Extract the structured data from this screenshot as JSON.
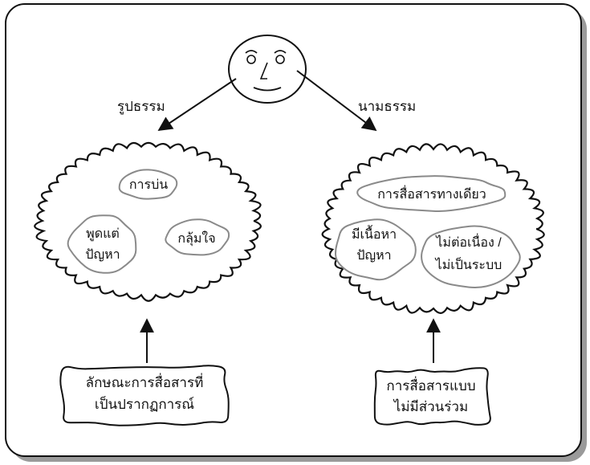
{
  "face": {
    "label": ""
  },
  "branches": {
    "left_label": "รูปธรรม",
    "right_label": "นามธรรม"
  },
  "left_cloud": {
    "items": [
      {
        "text": "การบ่น"
      },
      {
        "lines": [
          "พูดแต่",
          "ปัญหา"
        ]
      },
      {
        "text": "กลุ้มใจ"
      }
    ]
  },
  "right_cloud": {
    "items": [
      {
        "text": "การสื่อสารทางเดียว"
      },
      {
        "lines": [
          "มีเนื้อหา",
          "ปัญหา"
        ]
      },
      {
        "lines": [
          "ไม่ต่อเนื่อง /",
          "ไม่เป็นระบบ"
        ]
      }
    ]
  },
  "bottom_left": {
    "lines": [
      "ลักษณะการสื่อสารที่",
      "เป็นปรากฏการณ์"
    ]
  },
  "bottom_right": {
    "lines": [
      "การสื่อสารแบบ",
      "ไม่มีส่วนร่วม"
    ]
  }
}
